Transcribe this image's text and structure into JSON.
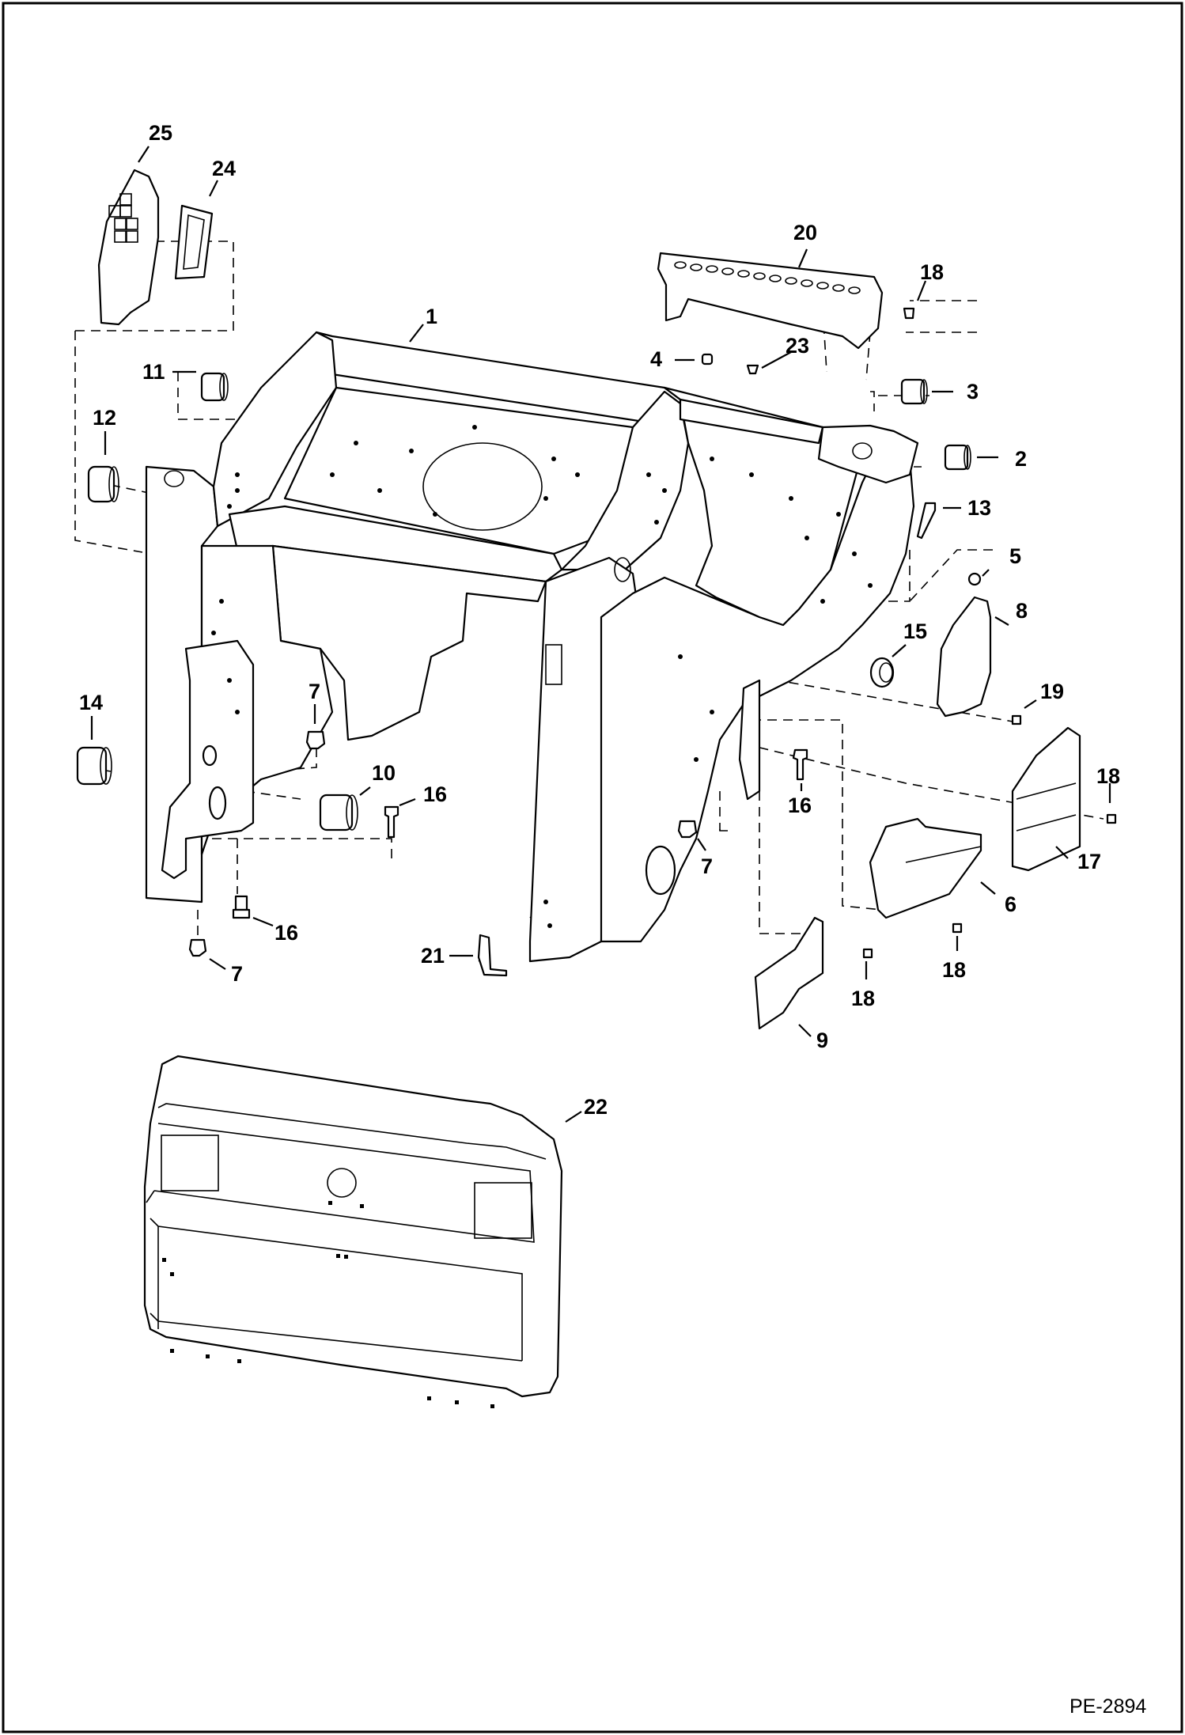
{
  "diagram": {
    "type": "exploded parts diagram",
    "callouts": [
      {
        "id": "25",
        "label": "25"
      },
      {
        "id": "24",
        "label": "24"
      },
      {
        "id": "20",
        "label": "20"
      },
      {
        "id": "18a",
        "label": "18"
      },
      {
        "id": "1",
        "label": "1"
      },
      {
        "id": "4",
        "label": "4"
      },
      {
        "id": "23",
        "label": "23"
      },
      {
        "id": "3",
        "label": "3"
      },
      {
        "id": "11",
        "label": "11"
      },
      {
        "id": "12",
        "label": "12"
      },
      {
        "id": "2",
        "label": "2"
      },
      {
        "id": "13",
        "label": "13"
      },
      {
        "id": "5",
        "label": "5"
      },
      {
        "id": "8",
        "label": "8"
      },
      {
        "id": "15",
        "label": "15"
      },
      {
        "id": "19",
        "label": "19"
      },
      {
        "id": "14",
        "label": "14"
      },
      {
        "id": "7a",
        "label": "7"
      },
      {
        "id": "10",
        "label": "10"
      },
      {
        "id": "16a",
        "label": "16"
      },
      {
        "id": "18b",
        "label": "18"
      },
      {
        "id": "16b",
        "label": "16"
      },
      {
        "id": "17",
        "label": "17"
      },
      {
        "id": "7b",
        "label": "7"
      },
      {
        "id": "6",
        "label": "6"
      },
      {
        "id": "16c",
        "label": "16"
      },
      {
        "id": "7c",
        "label": "7"
      },
      {
        "id": "21",
        "label": "21"
      },
      {
        "id": "18c",
        "label": "18"
      },
      {
        "id": "18d",
        "label": "18"
      },
      {
        "id": "9",
        "label": "9"
      },
      {
        "id": "22",
        "label": "22"
      }
    ],
    "document_ref": "PE-2894"
  }
}
